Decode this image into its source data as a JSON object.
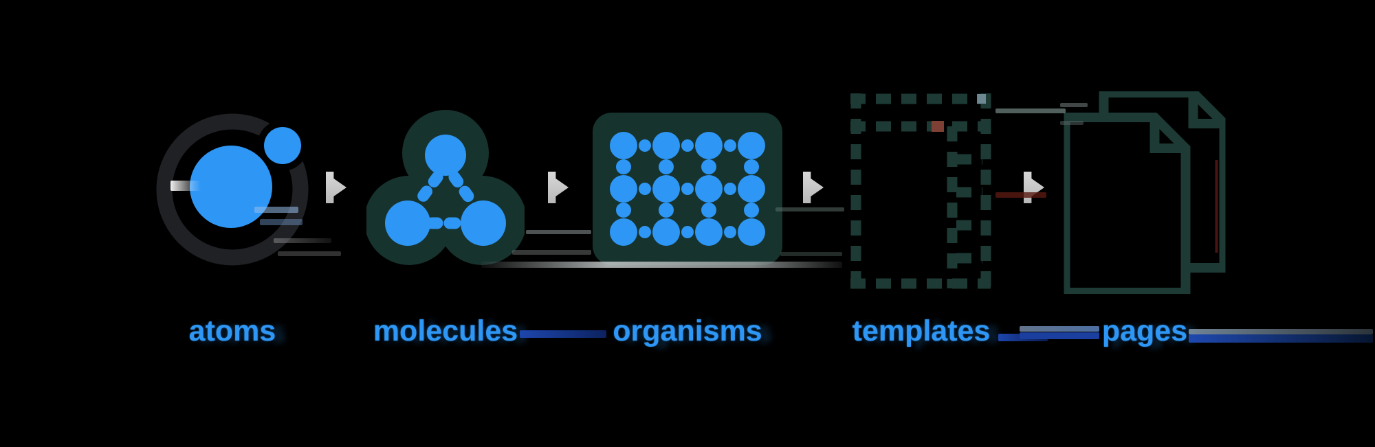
{
  "diagram": {
    "stages": [
      {
        "id": "atoms",
        "label": "atoms",
        "icon": "atom-icon"
      },
      {
        "id": "molecules",
        "label": "molecules",
        "icon": "molecule-icon"
      },
      {
        "id": "organisms",
        "label": "organisms",
        "icon": "organism-grid-icon"
      },
      {
        "id": "templates",
        "label": "templates",
        "icon": "template-wireframe-icon"
      },
      {
        "id": "pages",
        "label": "pages",
        "icon": "page-documents-icon"
      }
    ],
    "arrow_icon": "right-arrow-icon",
    "colors": {
      "background": "#000000",
      "accent_blue": "#2E96F5",
      "dark_teal": "#17332E",
      "wire_teal": "#1D3A35",
      "ring_black": "#1F2125",
      "arrow_gray": "#CFCFCF",
      "label_blue": "#2E96F5",
      "streak_blue_dark": "#1B3F9E",
      "accent_red": "#7E4034"
    }
  }
}
